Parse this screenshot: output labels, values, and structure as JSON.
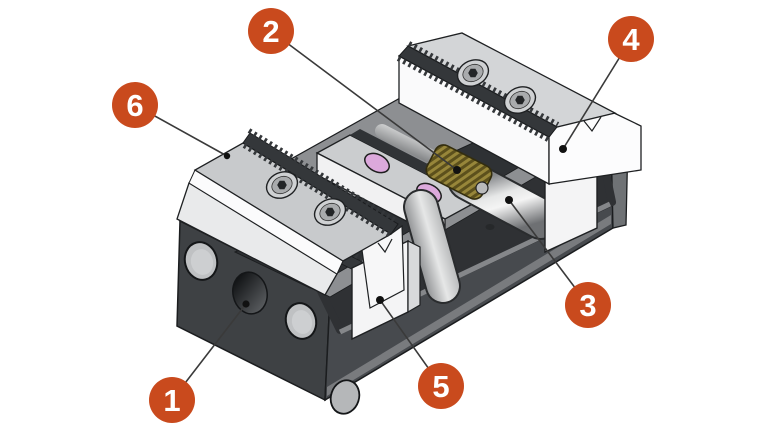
{
  "diagram": {
    "type": "labeled-parts-illustration",
    "callouts": [
      {
        "number": "1"
      },
      {
        "number": "2"
      },
      {
        "number": "3"
      },
      {
        "number": "4"
      },
      {
        "number": "5"
      },
      {
        "number": "6"
      }
    ],
    "colors": {
      "badge": "#C94A1D",
      "badge_text": "#FFFFFF",
      "leader_line": "#3A3A3A",
      "leader_dot": "#111111",
      "base_dark": "#43464A",
      "base_top": "#8D8F92",
      "pocket_dark": "#2F3134",
      "jaw_light": "#F5F5F6",
      "jaw_top": "#CDCFD1",
      "serration_dark": "#34373A",
      "brass_screw": "#97863A",
      "pink_port": "#DCA9DC",
      "rod_metal": "#E6E7E7"
    }
  }
}
